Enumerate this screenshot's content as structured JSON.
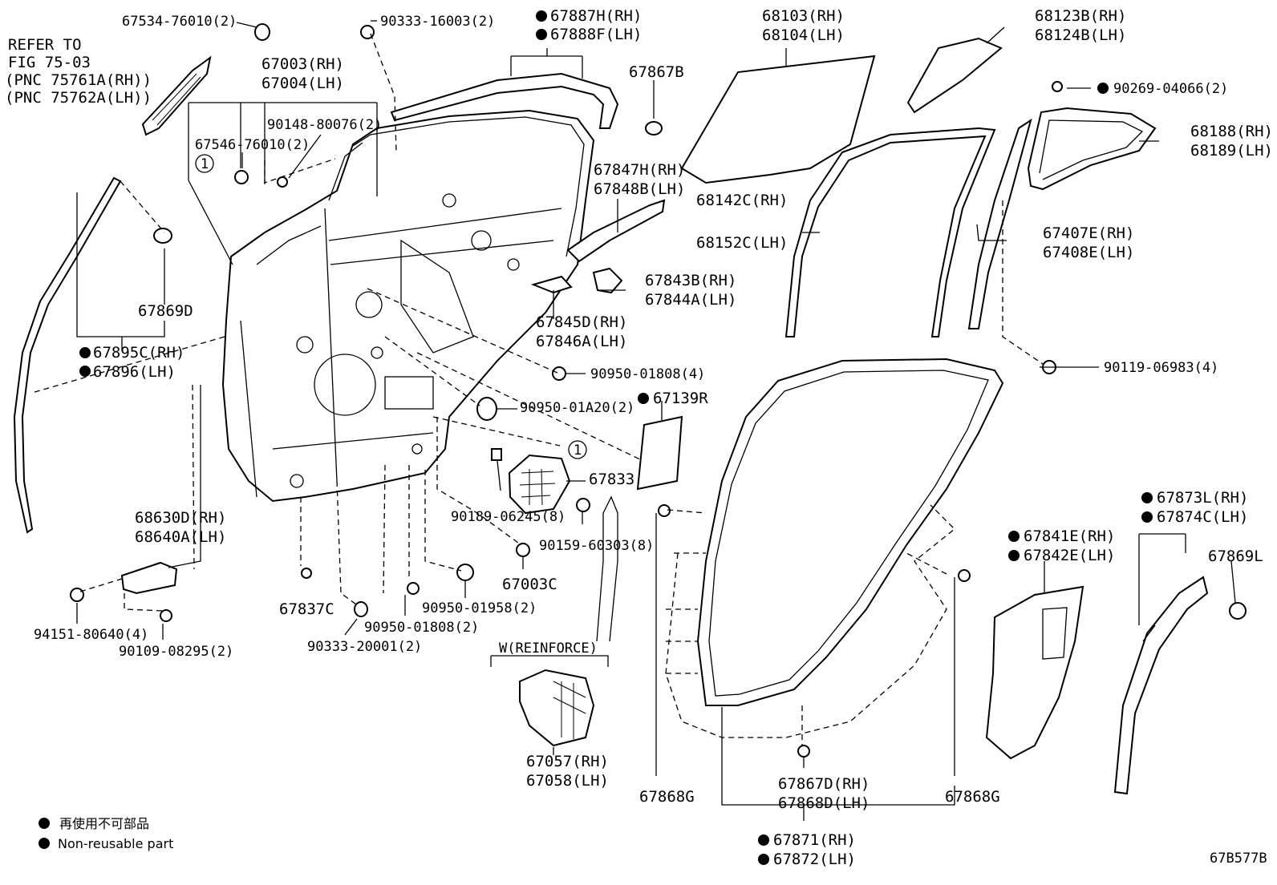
{
  "labels": {
    "refer1": "REFER TO",
    "refer2": "FIG 75-03",
    "refer3": "(PNC 75761A(RH))",
    "refer4": "(PNC 75762A(LH))",
    "p67534": "67534-76010(2)",
    "p90333a": "90333-16003(2)",
    "p67887": "67887H(RH)",
    "p67888": "67888F(LH)",
    "p67867b": "67867B",
    "p68103": "68103(RH)",
    "p68104": "68104(LH)",
    "p68123": "68123B(RH)",
    "p68124": "68124B(LH)",
    "p90269": "90269-04066(2)",
    "p68188": "68188(RH)",
    "p68189": "68189(LH)",
    "p67003": "67003(RH)",
    "p67004": "67004(LH)",
    "p90148": "90148-80076(2)",
    "p67546": "67546-76010(2)",
    "p67847": "67847H(RH)",
    "p67848": "67848B(LH)",
    "p68142": "68142C(RH)",
    "p68152": "68152C(LH)",
    "p67407": "67407E(RH)",
    "p67408": "67408E(LH)",
    "p67869d": "67869D",
    "p67843": "67843B(RH)",
    "p67844": "67844A(LH)",
    "p67845": "67845D(RH)",
    "p67846": "67846A(LH)",
    "p67895": "67895C(RH)",
    "p67896": "67896(LH)",
    "p90950a": "90950-01808(4)",
    "p90119": "90119-06983(4)",
    "p90950b": "90950-01A20(2)",
    "p67139": "67139R",
    "p67833": "67833",
    "p68630": "68630D(RH)",
    "p68640": "68640A(LH)",
    "p90189": "90189-06245(8)",
    "p90159": "90159-60303(8)",
    "p67873": "67873L(RH)",
    "p67874": "67874C(LH)",
    "p67841": "67841E(RH)",
    "p67842": "67842E(LH)",
    "p67869l": "67869L",
    "p67003c": "67003C",
    "p67837c": "67837C",
    "p90950c": "90950-01958(2)",
    "p90950d": "90950-01808(2)",
    "p94151": "94151-80640(4)",
    "p90109": "90109-08295(2)",
    "p90333b": "90333-20001(2)",
    "reinforce": "W(REINFORCE)",
    "p67057": "67057(RH)",
    "p67058": "67058(LH)",
    "p67868g1": "67868G",
    "p67867d": "67867D(RH)",
    "p67868d": "67868D(LH)",
    "p67868g2": "67868G",
    "p67871": "67871(RH)",
    "p67872": "67872(LH)",
    "circle1": "1",
    "circle2": "1"
  },
  "legend": {
    "jp": "再使用不可部品",
    "en": "Non-reusable part"
  },
  "figure_code": "67B577B"
}
